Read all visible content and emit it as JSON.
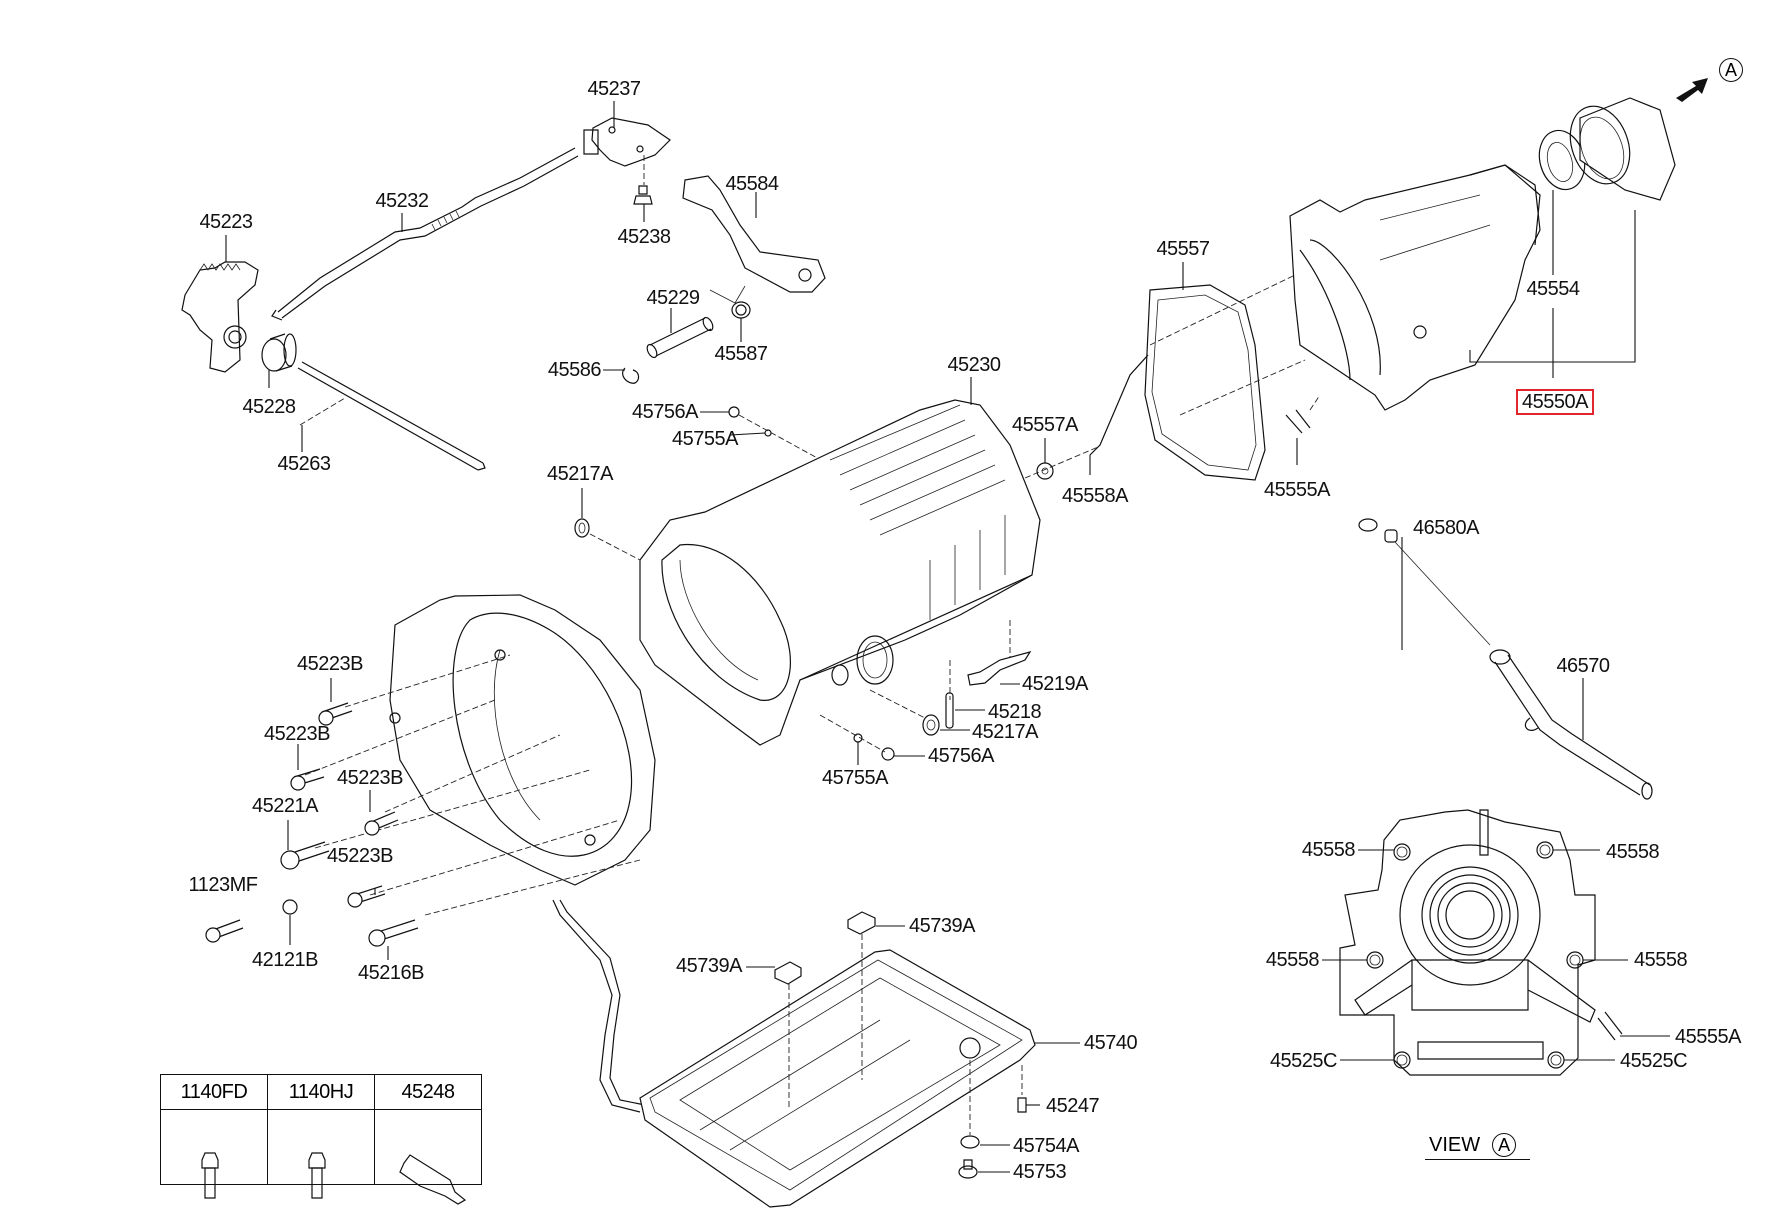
{
  "diagram": {
    "title": "Automatic Transmission Case / Extension Housing / Oil Pan",
    "highlight_color": "#e0262a",
    "highlighted_part": "45550A",
    "labels": [
      {
        "id": "45237",
        "text": "45237"
      },
      {
        "id": "45232",
        "text": "45232"
      },
      {
        "id": "45223",
        "text": "45223"
      },
      {
        "id": "45238",
        "text": "45238"
      },
      {
        "id": "45584",
        "text": "45584"
      },
      {
        "id": "45229",
        "text": "45229"
      },
      {
        "id": "45587",
        "text": "45587"
      },
      {
        "id": "45586",
        "text": "45586"
      },
      {
        "id": "45228",
        "text": "45228"
      },
      {
        "id": "45263",
        "text": "45263"
      },
      {
        "id": "45756A_top",
        "text": "45756A"
      },
      {
        "id": "45755A_top",
        "text": "45755A"
      },
      {
        "id": "45217A_top",
        "text": "45217A"
      },
      {
        "id": "45230",
        "text": "45230"
      },
      {
        "id": "45557",
        "text": "45557"
      },
      {
        "id": "45557A",
        "text": "45557A"
      },
      {
        "id": "45558A",
        "text": "45558A"
      },
      {
        "id": "45555A_top",
        "text": "45555A"
      },
      {
        "id": "45554",
        "text": "45554"
      },
      {
        "id": "45550A",
        "text": "45550A"
      },
      {
        "id": "46580A",
        "text": "46580A"
      },
      {
        "id": "46570",
        "text": "46570"
      },
      {
        "id": "45219A",
        "text": "45219A"
      },
      {
        "id": "45218",
        "text": "45218"
      },
      {
        "id": "45217A_bot",
        "text": "45217A"
      },
      {
        "id": "45756A_bot",
        "text": "45756A"
      },
      {
        "id": "45755A_bot",
        "text": "45755A"
      },
      {
        "id": "45223B_1",
        "text": "45223B"
      },
      {
        "id": "45223B_2",
        "text": "45223B"
      },
      {
        "id": "45223B_3",
        "text": "45223B"
      },
      {
        "id": "45221A",
        "text": "45221A"
      },
      {
        "id": "45223B_4",
        "text": "45223B"
      },
      {
        "id": "1123MF",
        "text": "1123MF"
      },
      {
        "id": "42121B",
        "text": "42121B"
      },
      {
        "id": "45216B",
        "text": "45216B"
      },
      {
        "id": "45739A_1",
        "text": "45739A"
      },
      {
        "id": "45739A_2",
        "text": "45739A"
      },
      {
        "id": "45740",
        "text": "45740"
      },
      {
        "id": "45247",
        "text": "45247"
      },
      {
        "id": "45754A",
        "text": "45754A"
      },
      {
        "id": "45753",
        "text": "45753"
      },
      {
        "id": "45558_tl",
        "text": "45558"
      },
      {
        "id": "45558_tr",
        "text": "45558"
      },
      {
        "id": "45558_ml",
        "text": "45558"
      },
      {
        "id": "45558_mr",
        "text": "45558"
      },
      {
        "id": "45555A_view",
        "text": "45555A"
      },
      {
        "id": "45525C_l",
        "text": "45525C"
      },
      {
        "id": "45525C_r",
        "text": "45525C"
      }
    ],
    "view_marker": {
      "text": "A"
    },
    "view_caption": {
      "prefix": "VIEW",
      "marker": "A"
    }
  },
  "legend_table": {
    "headers": [
      "1140FD",
      "1140HJ",
      "45248"
    ],
    "icons": [
      "bolt-icon",
      "bolt-icon",
      "sealant-tube-icon"
    ]
  }
}
